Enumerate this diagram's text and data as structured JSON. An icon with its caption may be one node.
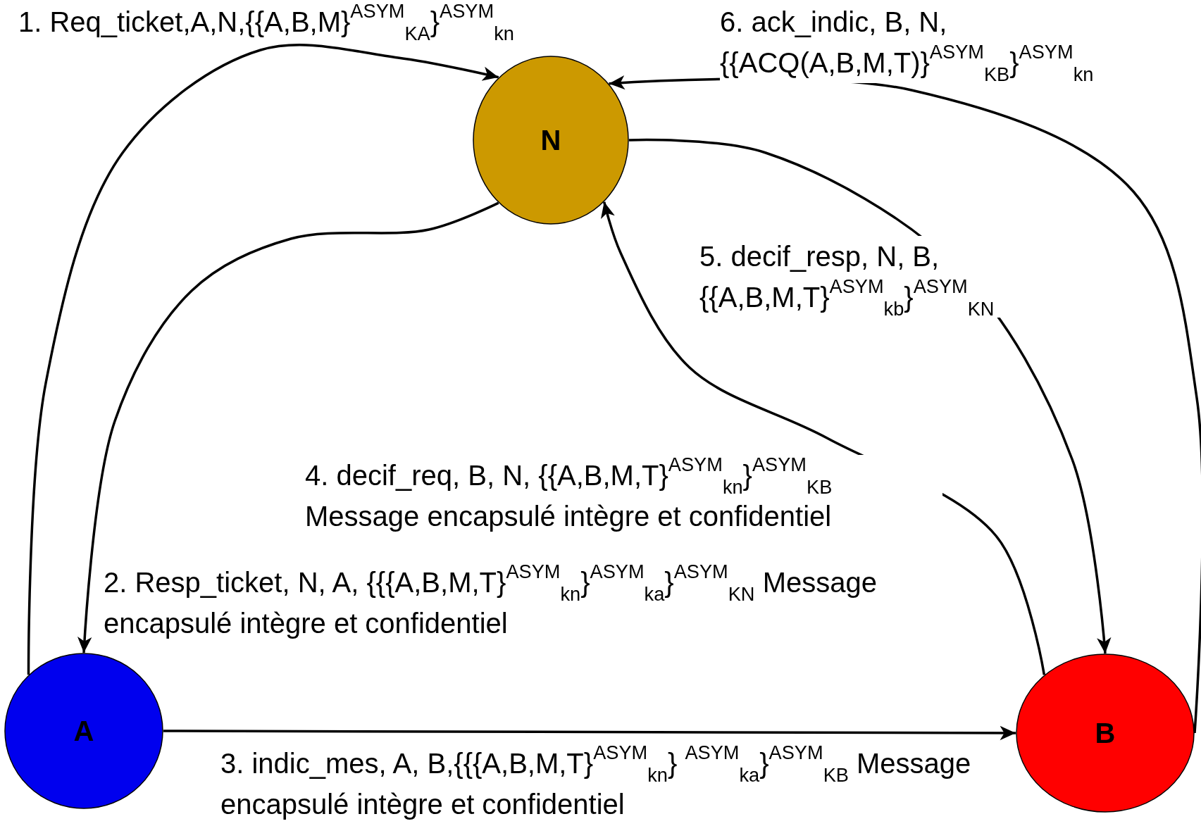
{
  "diagram": {
    "nodes": [
      {
        "text": [
          "N"
        ]
      },
      {
        "text": [
          "A"
        ]
      },
      {
        "text": [
          "B"
        ]
      }
    ],
    "edges": [
      {
        "from": 1,
        "to": 0,
        "arrow": "to",
        "label": "1. Req_ticket,A,N,{{A,B,M}$^{ASYM}$$_{KA}$}$^{ASYM}$$_{kn}$"
      },
      {
        "from": 0,
        "to": 1,
        "arrow": "to",
        "label": "2. Resp_ticket, N, A, {{{A,B,M,T}$^{ASYM}$$_{kn}$}$^{ASYM}$$_{ka}$}$^{ASYM}$$_{KN}$ Message encapsulé intègre et confidentiel"
      },
      {
        "from": 1,
        "to": 2,
        "arrow": "to",
        "label": "3. indic_mes, A, B,{{{A,B,M,T}$^{ASYM}$$_{kn}$} $^{ASYM}$$_{ka}$}$^{ASYM}$$_{KB}$ Message encapsulé intègre et confidentiel"
      },
      {
        "from": 2,
        "to": 0,
        "arrow": "to",
        "label": "4. decif_req, B, N, {{A,B,M,T}$^{ASYM}$$_{kn}$}$^{ASYM}$$_{KB}$ Message encapsulé intègre et confidentiel"
      },
      {
        "from": 0,
        "to": 2,
        "arrow": "to",
        "label": "5. decif_resp, N, B, {{A,B,M,T}$^{ASYM}$$_{kb}$}$^{ASYM}$$_{KN}$"
      },
      {
        "from": 2,
        "to": 0,
        "arrow": "to",
        "label": "6. ack_indic, B, N, {{ACQ(A,B,M,T)}$^{ASYM}$$_{KB}$}$^{ASYM}$$_{kn}$"
      }
    ]
  }
}
